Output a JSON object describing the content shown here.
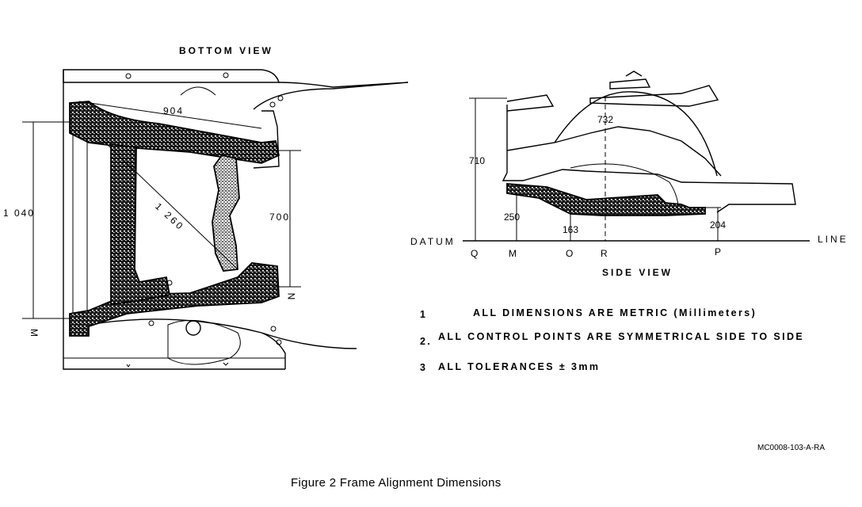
{
  "bottom_view": {
    "title": "BOTTOM VIEW",
    "dimensions": {
      "diag_upper": "904",
      "diag_cross": "1 260",
      "width_left": "1 040",
      "width_right": "700"
    },
    "points": {
      "left_lower": "M",
      "right_lower": "N"
    }
  },
  "side_view": {
    "title": "SIDE VIEW",
    "dimensions": {
      "front_height": "710",
      "center_height": "732",
      "d250": "250",
      "d163": "163",
      "d204": "204"
    },
    "datum_left": "DATUM",
    "datum_right": "LINE",
    "points": [
      "Q",
      "M",
      "O",
      "R",
      "P"
    ]
  },
  "notes": [
    {
      "num": "1",
      "text": "ALL  DIMENSIONS  ARE METRIC (Millimeters)"
    },
    {
      "num": "2.",
      "text": "ALL CONTROL POINTS ARE  SYMMETRICAL SIDE TO SIDE"
    },
    {
      "num": "3",
      "text": "ALL TOLERANCES ± 3mm"
    }
  ],
  "reference_code": "MC0008-103-A-RA",
  "caption": "Figure 2 Frame Alignment Dimensions"
}
